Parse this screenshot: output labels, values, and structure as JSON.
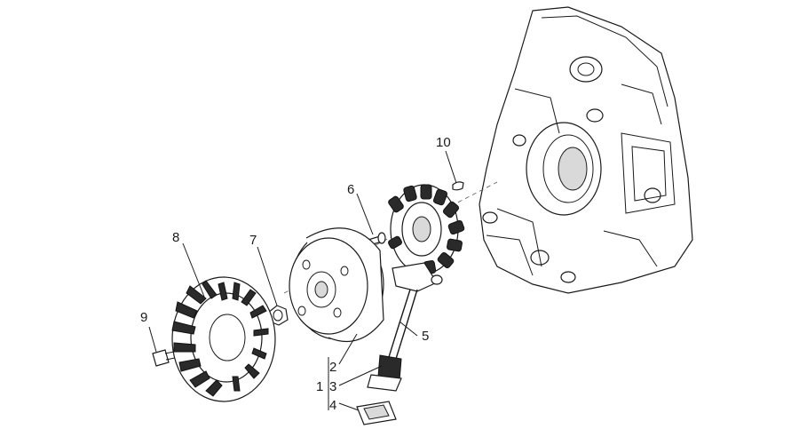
{
  "callouts": {
    "c1": "1",
    "c2": "2",
    "c3": "3",
    "c4": "4",
    "c5": "5",
    "c6": "6",
    "c7": "7",
    "c8": "8",
    "c9": "9",
    "c10": "10"
  },
  "colors": {
    "ink": "#1a1a1a",
    "dark_part": "#2a2a2a",
    "background": "#ffffff"
  }
}
